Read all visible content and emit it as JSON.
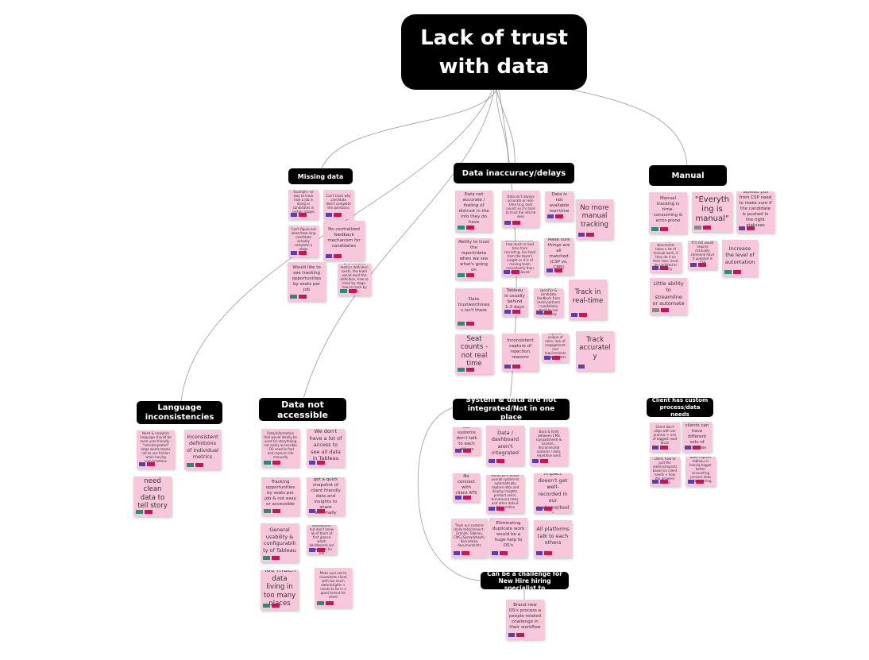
{
  "title": "Lack of trust with data",
  "colors": {
    "note": "#f8c7dc",
    "header": "#000000",
    "tag_purple": "#5b3fb0",
    "tag_green": "#2d8a7a",
    "tag_magenta": "#c2185b"
  },
  "categories": {
    "missing_data": "Missing data",
    "data_inaccuracy": "Data inaccuracy/delays",
    "manual": "Manual",
    "language": "Language inconsistencies",
    "not_accessible": "Data not accessible",
    "not_integrated": "System & data are not integrated/Not in one place",
    "client_custom": "Client has custom process/data needs",
    "new_hire": "Can be a challenge for New Hire hiring specialist to"
  },
  "notes": {
    "md1": "Example: no way to track how a job is doing or candidates in certain stages",
    "md2": "Can't track why candidate didn't complete the questions",
    "md3": "Can't figure out when/how long candidate actually complete a stage",
    "md4": "No centralized feedback mechanism for candidates",
    "md5": "Would like to see tracking opportunities by seats per job",
    "md6": "When desired metrics definition exists, the team would want the definition, how to track by stage, how to track by stage",
    "di1": "Data not accurate / feeling of distrust in the info they do have",
    "di2": "Data isn't always accurate or real-time (e.g. seat count) so it's hard to trust the info he sees",
    "di3": "Data is not available real-time",
    "di4": "No more manual tracking",
    "di5": "Ability to trust the report/data when we see what's going on",
    "di6": "Tableau/client tool - how much is lead time from recruiting, live feed from the team's insight vs it is of moving team consistently than we believed",
    "di7": "Make sure things are all matched (CSP vs. CMS)",
    "di8": "Data trustworthiness isn't there",
    "di9": "Tableau is usually behind 1-3 days",
    "di10": "Is there specifics & candidate feedback from client partners / candidates, track to see effectively",
    "di11": "Track in real-time",
    "di12": "Seat counts - not real time",
    "di13": "Inconsistent capture of rejection reasons",
    "di14": "Separate unique of roles, lack of engagement and requirements of candidates",
    "di15": "Track accurately",
    "ma1": "Manual tracking is time-consuming & error-prone",
    "ma2": "\"Everything is manual\"",
    "ma3": "Tableau pull from CSP need to make sure if the candidate is pushed in the right statuses",
    "ma4": "Tracking of documents takes a lot of manual work, if they do it on their own, must be updated or an entry",
    "ma5": "If it still would require manually someone have it updated in CSP",
    "ma6": "Increase the level of automation",
    "ma7": "Little ability to streamline or automate",
    "li1": "Need & analytics language should be more user friendly - \"misinterpreted\" large words teams not to use friction when having conversations",
    "li2": "Inconsistent definitions of individual metrics",
    "li3": "need clean data to tell story",
    "na1": "Data/information that would ideally be used for storytelling not easily accessible - DS need to find and capture info manually",
    "na2": "We don't have a lot of access to see all data in Tableau",
    "na3": "Tracking opportunities by seats per job & not easy or accessible",
    "na4": "Not easy to get a quick snapshot of client friendly data and insights to share externally",
    "na5": "General usability & configurability of Tableau",
    "na6": "There are dashboards, but don't know all of them at first glance which dashboards are reachable for me",
    "na7": "Too much data living in too many places",
    "na8": "Make sure not to overwhelm client with too much data/insights + needs to be in a good format for client",
    "ni1": "Our systems don't talk to each others",
    "ni2": "Data / dashboard aren't integrated",
    "ni3": "Back & forth between CMS (spreadsheet) & Granite... disconnected systems / data, repetitive work",
    "ni4": "No connect with client ATS",
    "ni5": "Would be a better overall system to automatically capture data and display insights, product users, turnaround rates, and other data & intervention",
    "ni6": "Her work's impact doesn't get well-recorded in our systems/tools",
    "ni7": "Track our systems really talk/connect - Granite, Tableau, CMS (Spreadsheet), Recruiteze, documents/etc",
    "ni8": "Eliminating duplicate work would be a huge help to DS's",
    "ni9": "All platforms talk to each others",
    "cc1": "Client don't align with our process + one of biggest road block",
    "cc2": "Every clients can have different sets of statuses",
    "cc3": "Depends on client, how to pull the metrics/reports based on client needs + how the answers should",
    "cc4": "Need capture tableau or having bigger better accounting process data and reporting",
    "nh1": "Brand new DS's process a people-related challenge in their workflow"
  }
}
